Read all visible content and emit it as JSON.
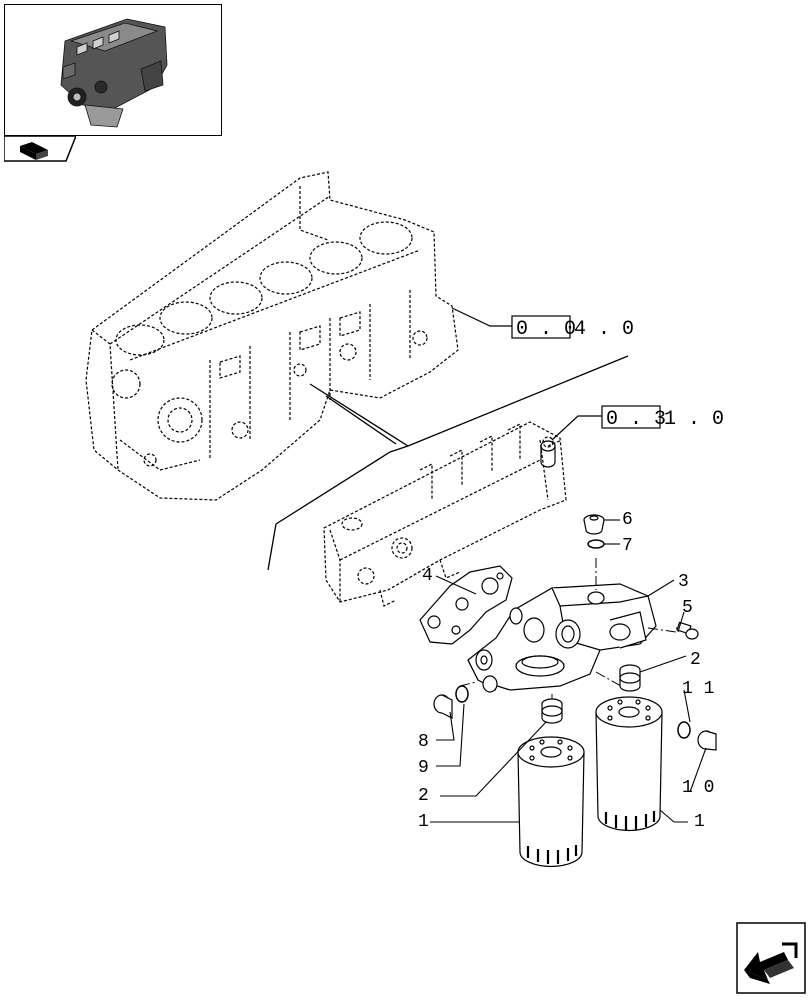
{
  "references": [
    {
      "boxed": "0 . 0",
      "rest": "4 . 0"
    },
    {
      "boxed": "0 . 3",
      "rest": "1 . 0"
    }
  ],
  "callouts": {
    "c1a": "1",
    "c1b": "1",
    "c2a": "2",
    "c2b": "2",
    "c3": "3",
    "c4": "4",
    "c5": "5",
    "c6": "6",
    "c7": "7",
    "c8": "8",
    "c9": "9",
    "c10": "1 0",
    "c11": "1 1"
  },
  "icons": {
    "thumbnail": "engine-thumbnail-icon",
    "view_tab": "book-view-icon",
    "next_page": "next-page-arrow-icon"
  },
  "colors": {
    "line": "#000000",
    "background": "#ffffff"
  }
}
